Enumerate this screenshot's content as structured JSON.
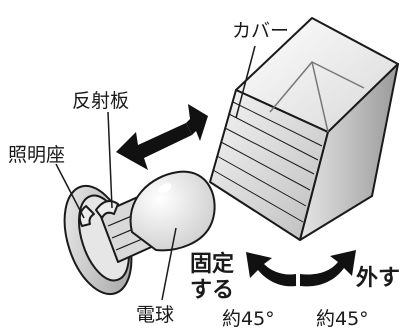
{
  "labels": {
    "cover": "カバー",
    "reflector": "反射板",
    "lamp_base": "照明座",
    "bulb": "電球",
    "fix_line1": "固定",
    "fix_line2": "する",
    "remove": "外す",
    "angle_left": "約45°",
    "angle_right": "約45°"
  },
  "colors": {
    "line": "#1a1a1a",
    "arrow": "#111111",
    "cover_light": "#f2f2f2",
    "cover_mid": "#d6d6d6",
    "cover_dark": "#a9a9a9",
    "base_mid": "#cfcfcf",
    "bulb_light": "#fafafa"
  },
  "icons": [
    "double-arrow-icon",
    "fix-arrow-icon",
    "remove-arrow-icon"
  ]
}
